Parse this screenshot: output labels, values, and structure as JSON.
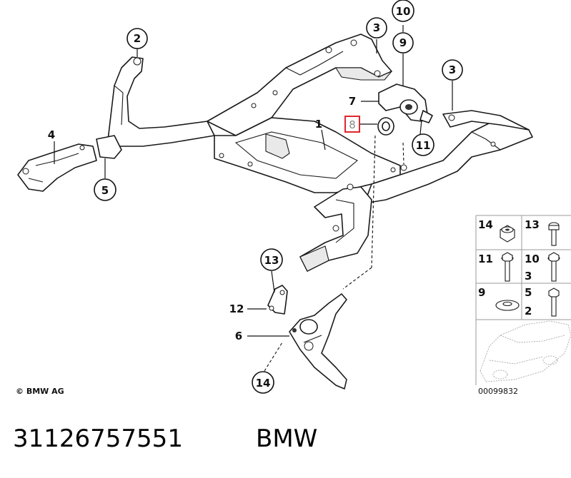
{
  "callouts": {
    "c1": "1",
    "c2": "2",
    "c3a": "3",
    "c3b": "3",
    "c4": "4",
    "c5": "5",
    "c6": "6",
    "c7": "7",
    "c8": "8",
    "c9": "9",
    "c10": "10",
    "c11": "11",
    "c12": "12",
    "c13": "13",
    "c14": "14"
  },
  "hardware_panel": {
    "cells": [
      {
        "label": "14",
        "icon": "nut-icon"
      },
      {
        "label": "13",
        "icon": "bolt-icon"
      },
      {
        "label": "11",
        "icon": "flange-bolt-icon"
      },
      {
        "label": "10",
        "label2": "3",
        "icon": "flange-bolt-icon"
      },
      {
        "label": "9",
        "icon": "washer-icon"
      },
      {
        "label": "5",
        "label2": "2",
        "icon": "hex-bolt-icon"
      }
    ],
    "diagram_id": "00099832"
  },
  "copyright": "© BMW AG",
  "part_number": "31126757551",
  "brand": "BMW",
  "colors": {
    "highlight": "#e0262b",
    "line": "#1a1a1a",
    "panel_grid": "#9a9a9a"
  }
}
